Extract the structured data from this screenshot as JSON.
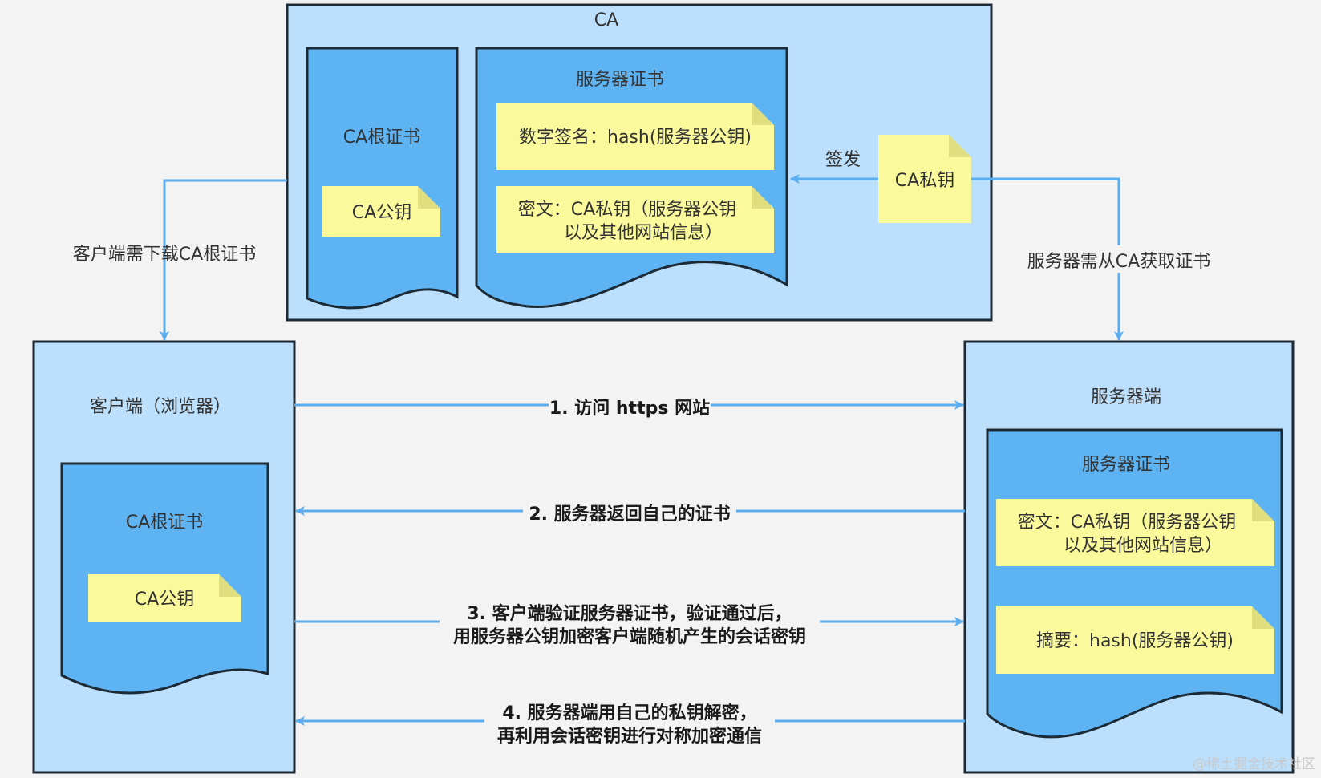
{
  "ca_panel": {
    "title": "CA",
    "root_cert": {
      "title": "CA根证书",
      "public_key": "CA公钥"
    },
    "server_cert": {
      "title": "服务器证书",
      "signature": "数字签名：hash(服务器公钥)",
      "cipher_line1": "密文：CA私钥（服务器公钥",
      "cipher_line2": "以及其他网站信息）"
    },
    "sign_label": "签发",
    "private_key": "CA私钥"
  },
  "client_download_label": "客户端需下载CA根证书",
  "server_obtain_label": "服务器需从CA获取证书",
  "client_panel": {
    "title": "客户端（浏览器）",
    "root_cert": {
      "title": "CA根证书",
      "public_key": "CA公钥"
    }
  },
  "server_panel": {
    "title": "服务器端",
    "cert": {
      "title": "服务器证书",
      "cipher_line1": "密文：CA私钥（服务器公钥",
      "cipher_line2": "以及其他网站信息）",
      "digest": "摘要：hash(服务器公钥)"
    }
  },
  "steps": {
    "step1": "1. 访问 https 网站",
    "step2": "2. 服务器返回自己的证书",
    "step3_line1": "3. 客户端验证服务器证书，验证通过后，",
    "step3_line2": "用服务器公钥加密客户端随机产生的会话密钥",
    "step4_line1": "4. 服务器端用自己的私钥解密，",
    "step4_line2": "再利用会话密钥进行对称加密通信"
  },
  "watermark": "@稀土掘金技术社区",
  "colors": {
    "panel_fill": "#bcdffb",
    "doc_fill": "#5eb4f3",
    "note_fill": "#fafa9c",
    "note_fold": "#e0de7e",
    "arrow": "#5aaeef",
    "stroke": "#1c2a36"
  }
}
